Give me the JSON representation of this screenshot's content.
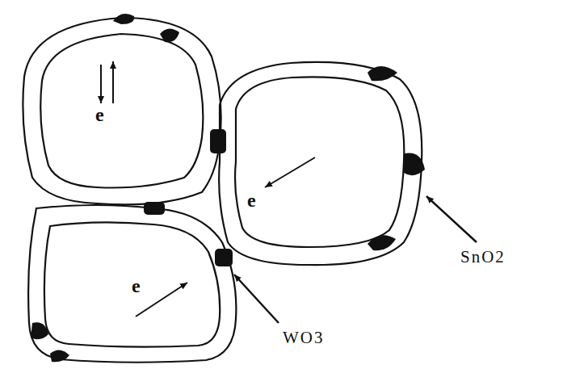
{
  "diagram": {
    "labels": [
      "e",
      "e",
      "e",
      "SnO2",
      "WO3"
    ]
  }
}
